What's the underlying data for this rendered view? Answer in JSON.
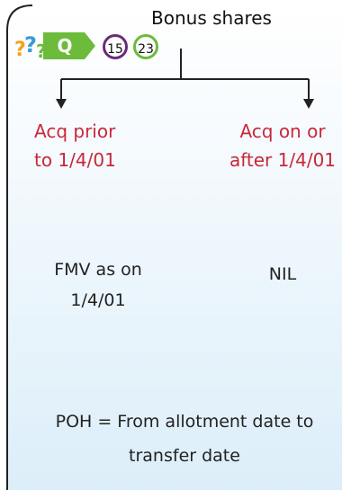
{
  "title": "Bonus shares",
  "badge": {
    "label": "Q",
    "icon": "question-marks-icon",
    "num1": "15",
    "num2": "23",
    "color1": "#6a2b7a",
    "color2": "#6cbb3b"
  },
  "left": {
    "heading_line1": "Acq prior",
    "heading_line2": "to 1/4/01",
    "value_line1": "FMV as on",
    "value_line2": "1/4/01"
  },
  "right": {
    "heading_line1": "Acq on or",
    "heading_line2": "after 1/4/01",
    "value": "NIL"
  },
  "footer": {
    "line1": "POH = From allotment date to",
    "line2": "transfer date"
  },
  "colors": {
    "accent_red": "#c8283a",
    "badge_green": "#6cbb3b",
    "background_gradient": "#dff0fb"
  }
}
